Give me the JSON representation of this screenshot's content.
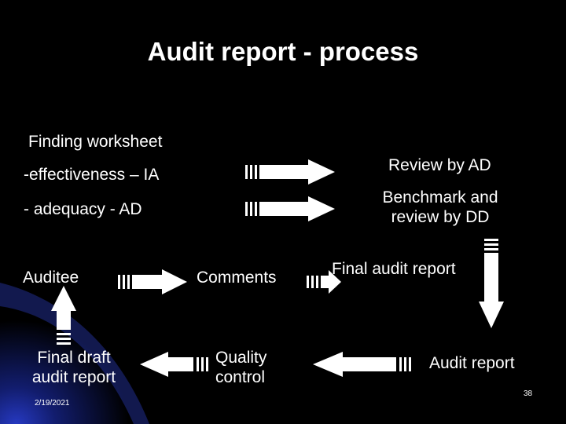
{
  "title": "Audit report - process",
  "labels": {
    "finding_worksheet": "Finding worksheet",
    "effectiveness": "-effectiveness – IA",
    "adequacy": "- adequacy - AD",
    "review_ad": "Review by AD",
    "benchmark_line1": "Benchmark and",
    "benchmark_line2": "review by DD",
    "auditee": "Auditee",
    "comments": "Comments",
    "final_audit_report": "Final audit report",
    "final_draft_line1": "Final draft",
    "final_draft_line2": "audit report",
    "quality_line1": "Quality",
    "quality_line2": "control",
    "audit_report": "Audit report"
  },
  "footer": {
    "date": "2/19/2021",
    "page": "38"
  },
  "colors": {
    "background": "#000000",
    "accent": "#1a2a9c",
    "text": "#ffffff"
  }
}
